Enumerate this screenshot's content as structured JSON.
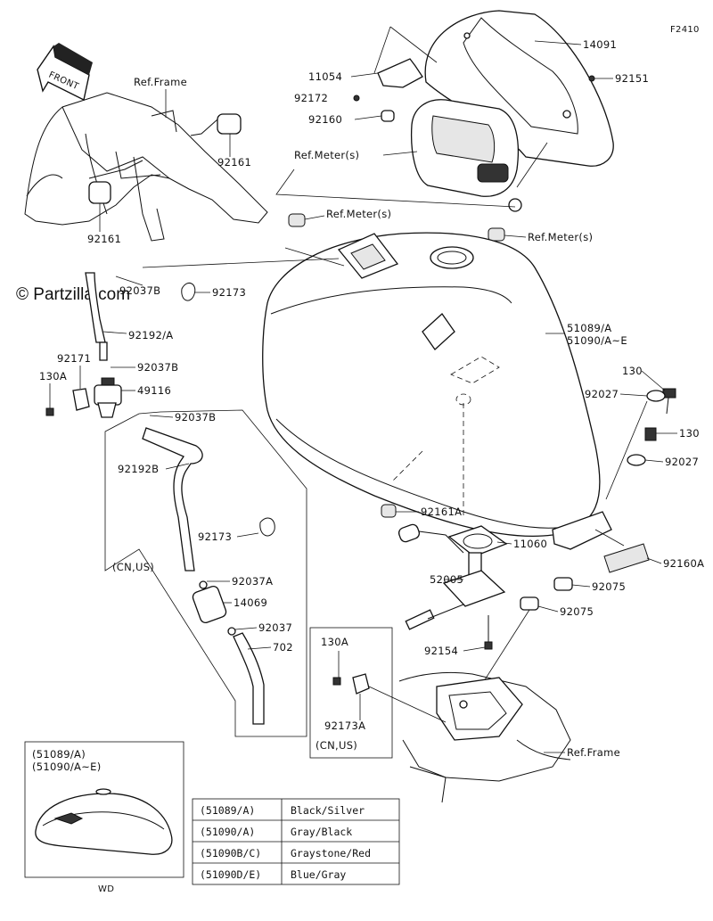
{
  "figure_code": "F2410",
  "watermark": "© Partzilla.com",
  "front_label": "FRONT",
  "ref_labels": {
    "frame_top": "Ref.Frame",
    "frame_bottom": "Ref.Frame",
    "meters_1": "Ref.Meter(s)",
    "meters_2": "Ref.Meter(s)",
    "meters_3": "Ref.Meter(s)"
  },
  "part_labels": {
    "p14091": "14091",
    "p11054": "11054",
    "p92151": "92151",
    "p92172": "92172",
    "p92160": "92160",
    "p92161_a": "92161",
    "p92161_b": "92161",
    "p92037B_a": "92037B",
    "p92173_a": "92173",
    "p92192A": "92192/A",
    "p92171": "92171",
    "p130A_a": "130A",
    "p92037B_b": "92037B",
    "p49116": "49116",
    "p92037B_c": "92037B",
    "p92192B": "92192B",
    "p92173_b": "92173",
    "cn_us_a": "(CN,US)",
    "p92037A": "92037A",
    "p14069": "14069",
    "p92037": "92037",
    "p702": "702",
    "p51089": "51089/A",
    "p51090": "51090/A~E",
    "p130_a": "130",
    "p92027_a": "92027",
    "p130_b": "130",
    "p92027_b": "92027",
    "p92161A": "92161A",
    "p11060": "11060",
    "p52005": "52005",
    "p92160A": "92160A",
    "p92075_a": "92075",
    "p92075_b": "92075",
    "p92154": "92154",
    "p130A_b": "130A",
    "p92173A": "92173A",
    "cn_us_b": "(CN,US)"
  },
  "inset": {
    "line1": "(51089/A)",
    "line2": "(51090/A~E)",
    "caption": "WD"
  },
  "color_table": {
    "rows": [
      {
        "code": "(51089/A)",
        "color": "Black/Silver"
      },
      {
        "code": "(51090/A)",
        "color": "Gray/Black"
      },
      {
        "code": "(51090B/C)",
        "color": "Graystone/Red"
      },
      {
        "code": "(51090D/E)",
        "color": "Blue/Gray"
      }
    ]
  }
}
